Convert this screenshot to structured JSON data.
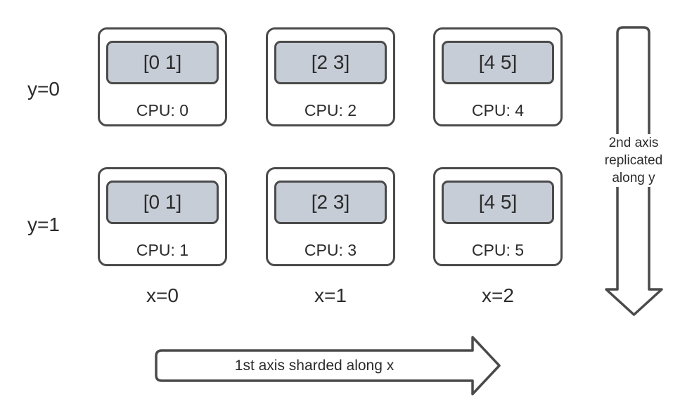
{
  "grid": {
    "rows": [
      {
        "label": "y=0",
        "cells": [
          {
            "shard": "[0 1]",
            "cpu": "CPU: 0"
          },
          {
            "shard": "[2 3]",
            "cpu": "CPU: 2"
          },
          {
            "shard": "[4 5]",
            "cpu": "CPU: 4"
          }
        ]
      },
      {
        "label": "y=1",
        "cells": [
          {
            "shard": "[0 1]",
            "cpu": "CPU: 1"
          },
          {
            "shard": "[2 3]",
            "cpu": "CPU: 3"
          },
          {
            "shard": "[4 5]",
            "cpu": "CPU: 5"
          }
        ]
      }
    ],
    "col_labels": [
      "x=0",
      "x=1",
      "x=2"
    ]
  },
  "arrows": {
    "x_caption": "1st axis sharded along x",
    "y_caption": "2nd axis\nreplicated\nalong y"
  },
  "colors": {
    "stroke": "#4a4a4a",
    "shard_fill": "#c7cdd6",
    "text": "#2b2b2b",
    "background": "#ffffff"
  }
}
